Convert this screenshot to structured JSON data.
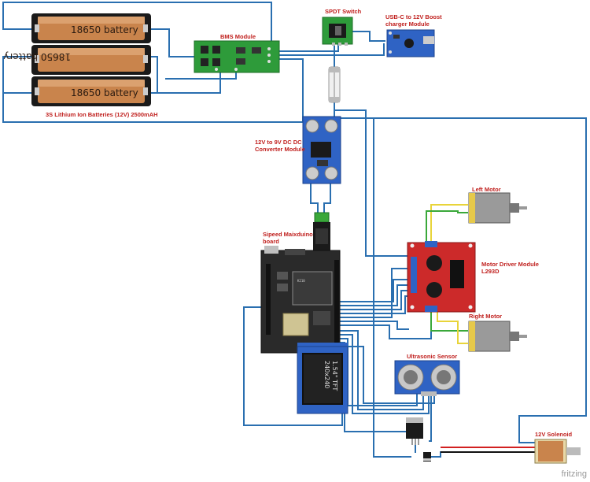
{
  "labels": {
    "batteries": "3S Lithium Ion Batteries (12V) 2500mAH",
    "bms": "BMS Module",
    "spdt": "SPDT Switch",
    "usbc": "USB-C to 12V Boost charger Module",
    "dcdc": "12V to 9V DC DC Converter Module",
    "board": "Sipeed Maixduino board",
    "left_motor": "Left Motor",
    "right_motor": "Right Motor",
    "motor_driver": "Motor Driver Module L293D",
    "ultrasonic": "Ultrasonic Sensor",
    "solenoid": "12V Solenoid"
  },
  "battery_cells": [
    "18650 battery",
    "18650 battery",
    "18650 battery"
  ],
  "tft_text": [
    "1.54\" TFT",
    "240x240"
  ],
  "brand": "fritzing",
  "colors": {
    "wire_blue": "#2a6fb0",
    "wire_yellow": "#e8d43a",
    "wire_green": "#3aa83a",
    "wire_red": "#d22020",
    "label_red": "#c0201e",
    "pcb_green": "#2e9b3a",
    "pcb_blue": "#2f63c4",
    "pcb_red": "#cc2a2a",
    "board_black": "#2a2a2a"
  }
}
